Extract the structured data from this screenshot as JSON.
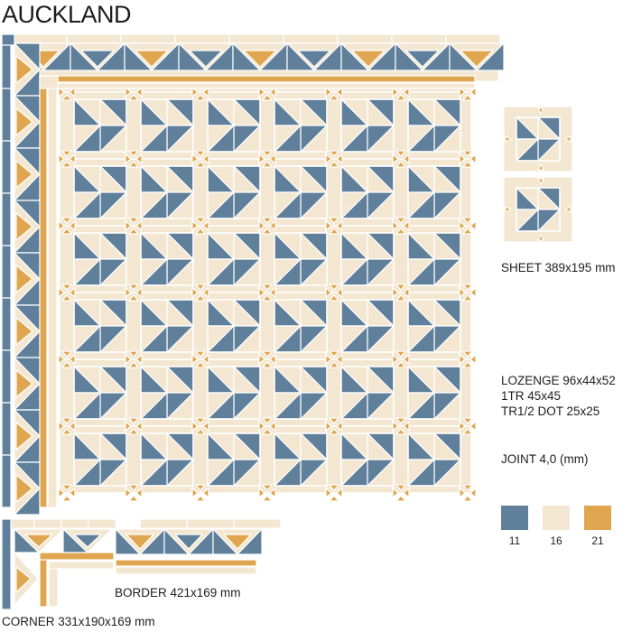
{
  "title": "AUCKLAND",
  "colors": {
    "blue": "#5f7f9b",
    "cream": "#f3e7d2",
    "mustard": "#dfa64f",
    "grout": "#ffffff"
  },
  "labels": {
    "sheet": "SHEET 389x195 mm",
    "lozenge": "LOZENGE 96x44x52",
    "tr": "1TR 45x45",
    "tr_half": "TR1/2 DOT 25x25",
    "joint": "JOINT 4,0 (mm)",
    "border": "BORDER 421x169 mm",
    "corner": "CORNER 331x190x169 mm"
  },
  "swatches": [
    {
      "code": "11",
      "color": "#5f7f9b"
    },
    {
      "code": "16",
      "color": "#f3e7d2"
    },
    {
      "code": "21",
      "color": "#dfa64f"
    }
  ]
}
